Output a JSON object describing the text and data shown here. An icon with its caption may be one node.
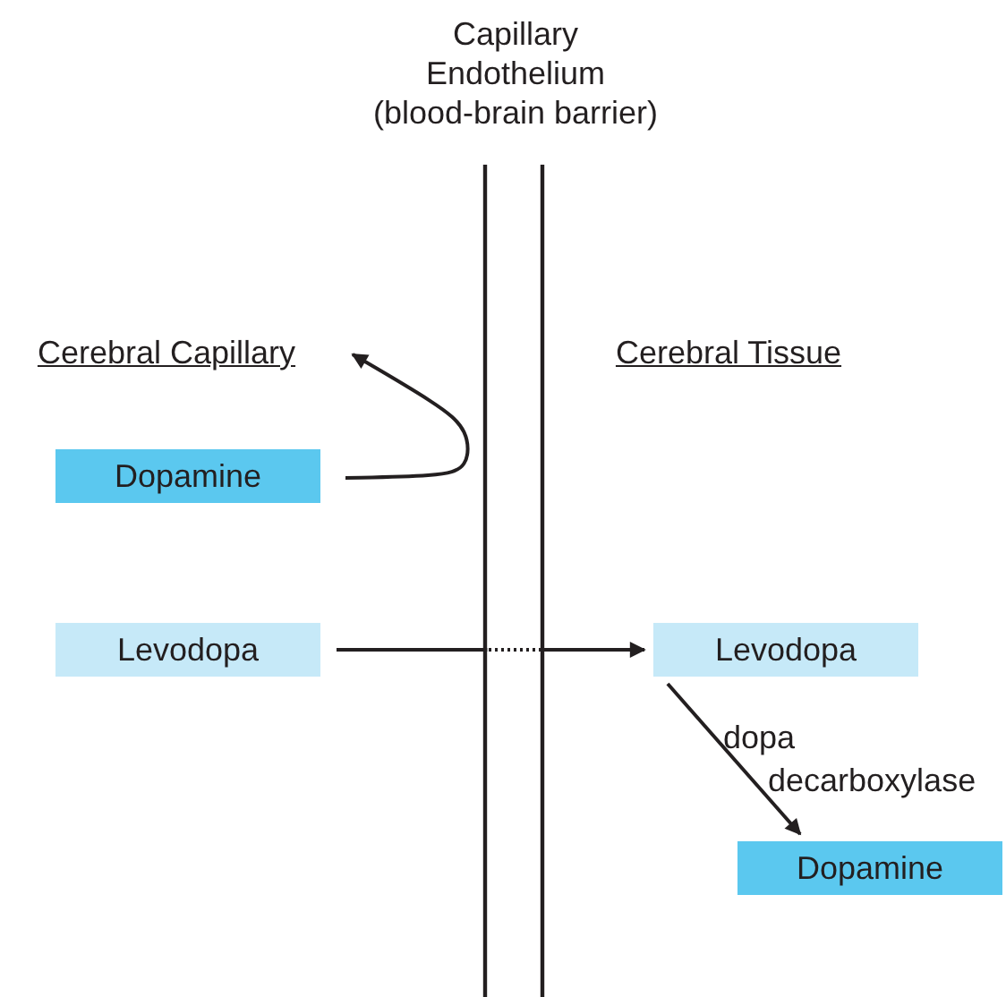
{
  "diagram": {
    "nodes": [
      {
        "text": [
          "Dopamine"
        ]
      },
      {
        "text": [
          "Levodopa"
        ]
      },
      {
        "text": [
          "Levodopa"
        ]
      },
      {
        "text": [
          "Dopamine"
        ]
      }
    ],
    "edges": [
      {
        "from": 0,
        "to": null,
        "arrow": "to"
      },
      {
        "from": 1,
        "to": 2,
        "arrow": "to"
      },
      {
        "from": 2,
        "to": 3,
        "arrow": "to",
        "label": "dopa decarboxylase"
      }
    ],
    "labels": [
      "Capillary Endothelium (blood-brain barrier)",
      "Cerebral Capillary",
      "Cerebral Tissue"
    ]
  }
}
